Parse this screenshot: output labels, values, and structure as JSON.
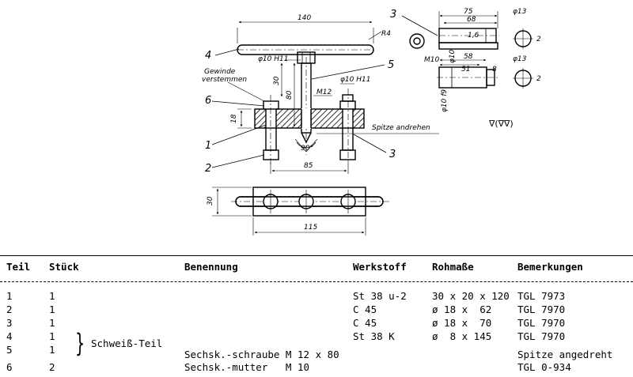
{
  "drawing": {
    "part_labels": [
      "4",
      "6",
      "1",
      "2",
      "3",
      "5",
      "3"
    ],
    "dims": {
      "d140": "140",
      "r4": "R4",
      "phi10_a": "φ10 H11",
      "phi10_b": "φ10 H11",
      "d30": "30",
      "d80": "80",
      "m12": "M12",
      "d18": "18",
      "d85": "85",
      "d90": "90°",
      "d30_bottom": "30",
      "d115": "115",
      "d75": "75",
      "d68": "68",
      "phi13_a": "φ13",
      "phi13_b": "φ13",
      "m10": "M10",
      "d58": "58",
      "d51": "51",
      "d8": "8",
      "d2_a": "2",
      "d2_b": "2",
      "phi10_side": "φ10 f9",
      "d10_small_a": "φ10",
      "d10_small_b": "1,6"
    },
    "notes": {
      "gewinde_line1": "Gewinde",
      "gewinde_line2": "verstemmen",
      "spitze": "Spitze andrehen",
      "surface": "∇(∇∇)"
    }
  },
  "table": {
    "headers": {
      "teil": "Teil",
      "stueck": "Stück",
      "benennung": "Benennung",
      "werkstoff": "Werkstoff",
      "rohmasse": "Rohmaße",
      "bemerkungen": "Bemerkungen"
    },
    "rows": [
      {
        "teil": "1",
        "stueck": "1",
        "benennung": "",
        "werkstoff": "St 38 u-2",
        "rohmasse": "30 x 20 x 120",
        "bemerkungen": "TGL 7973"
      },
      {
        "teil": "2",
        "stueck": "1",
        "benennung": "",
        "werkstoff": "C 45",
        "rohmasse": "ø 18 x  62",
        "bemerkungen": "TGL 7970"
      },
      {
        "teil": "3",
        "stueck": "1",
        "benennung": "",
        "werkstoff": "C 45",
        "rohmasse": "ø 18 x  70",
        "bemerkungen": "TGL 7970"
      },
      {
        "teil": "4",
        "stueck": "1",
        "benennung": "",
        "werkstoff": "St 38 K",
        "rohmasse": "ø  8 x 145",
        "bemerkungen": "TGL 7970"
      },
      {
        "teil": "5",
        "stueck": "1",
        "benennung": "Sechsk.-schraube M 12 x 80",
        "werkstoff": "",
        "rohmasse": "",
        "bemerkungen": "Spitze angedreht"
      },
      {
        "teil": "6",
        "stueck": "2",
        "benennung": "Sechsk.-mutter   M 10",
        "werkstoff": "",
        "rohmasse": "",
        "bemerkungen": "TGL 0-934"
      }
    ],
    "group_label": "Schweiß-Teil"
  }
}
